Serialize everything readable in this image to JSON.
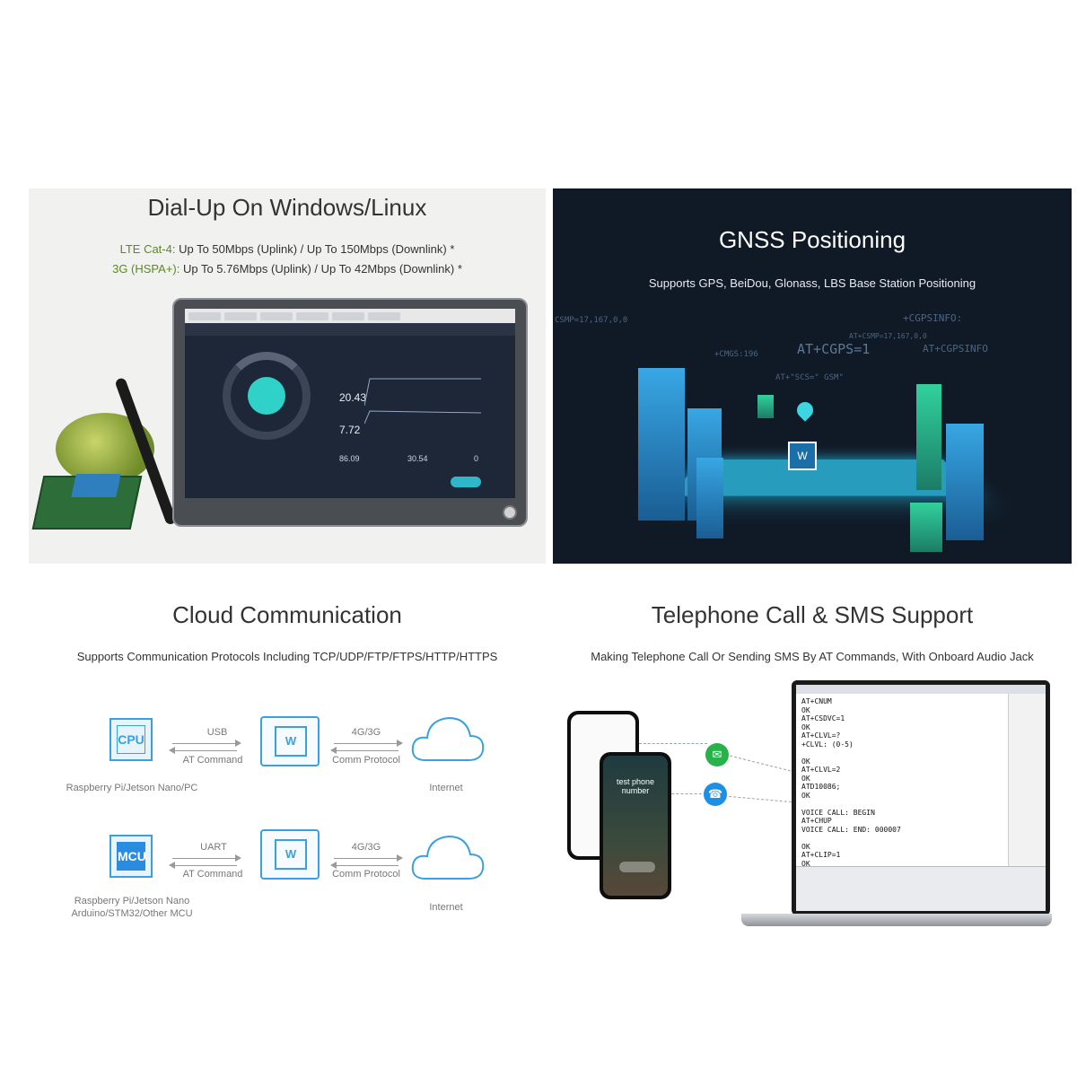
{
  "panel1": {
    "title": "Dial-Up On Windows/Linux",
    "line1_prefix": "LTE Cat-4:",
    "line1_rest": " Up To 50Mbps (Uplink) / Up To 150Mbps (Downlink) *",
    "line2_prefix": "3G (HSPA+):",
    "line2_rest": " Up To 5.76Mbps (Uplink) / Up To 42Mbps (Downlink) *",
    "screen": {
      "download_value": "20.43",
      "upload_value": "7.72",
      "ping_value": "86.09",
      "jitter_value": "30.54",
      "loss_value": "0"
    }
  },
  "panel2": {
    "title": "GNSS Positioning",
    "subtitle": "Supports GPS, BeiDou, Glonass, LBS Base Station Positioning",
    "bg_texts": [
      "+CGPSINFO:",
      "AT+CGPS=1",
      "AT+CGPSINFO",
      "+CMGS:196",
      "AT+\"SCS=\" GSM\"",
      "CSMP=17,167,0,0",
      "AT+CSMP=17,167,0,0"
    ]
  },
  "panel3": {
    "title": "Cloud Communication",
    "subtitle": "Supports Communication Protocols Including TCP/UDP/FTP/FTPS/HTTP/HTTPS",
    "row1": {
      "chip": "CPU",
      "link_top": "USB",
      "link_bottom": "AT Command",
      "net_top": "4G/3G",
      "net_bottom": "Comm Protocol",
      "host": "Raspberry Pi/Jetson Nano/PC",
      "cloud": "Internet"
    },
    "row2": {
      "chip": "MCU",
      "link_top": "UART",
      "link_bottom": "AT Command",
      "net_top": "4G/3G",
      "net_bottom": "Comm Protocol",
      "host_line1": "Raspberry Pi/Jetson Nano",
      "host_line2": "Arduino/STM32/Other MCU",
      "cloud": "Internet"
    },
    "module_label": "W"
  },
  "panel4": {
    "title": "Telephone Call & SMS Support",
    "subtitle": "Making Telephone Call Or Sending SMS By AT Commands, With Onboard Audio Jack",
    "terminal_lines": [
      "AT+CNUM",
      "OK",
      "AT+CSDVC=1",
      "OK",
      "AT+CLVL=?",
      "+CLVL: (0-5)",
      "",
      "OK",
      "AT+CLVL=2",
      "OK",
      "ATD10086;",
      "OK",
      "",
      "VOICE CALL: BEGIN",
      "AT+CHUP",
      "VOICE CALL: END: 000007",
      "",
      "OK",
      "AT+CLIP=1",
      "OK"
    ],
    "phone_caller": "test phone number",
    "accent_green": "#27b24a",
    "accent_blue": "#1d8fe6"
  }
}
